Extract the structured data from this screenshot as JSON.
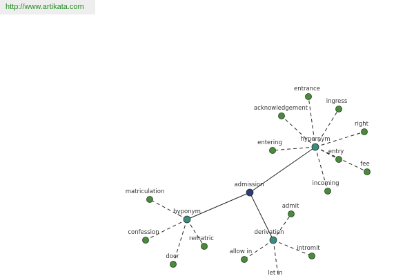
{
  "header": {
    "url": "http://www.artikata.com"
  },
  "colors": {
    "root": "#2e3a7a",
    "relation": "#3d8a85",
    "leaf": "#4a8a3a",
    "node_stroke": "#1e3a1e",
    "edge": "#222222"
  },
  "graph": {
    "root": {
      "label": "admission"
    },
    "relations": [
      {
        "label": "hypernym"
      },
      {
        "label": "hyponym"
      },
      {
        "label": "derivation"
      }
    ],
    "leaves": {
      "hypernym": [
        "entrance",
        "ingress",
        "acknowledgement",
        "right",
        "entering",
        "entry",
        "fee",
        "incoming"
      ],
      "hyponym": [
        "matriculation",
        "confession",
        "rematric",
        "door"
      ],
      "derivation": [
        "admit",
        "allow in",
        "intromit",
        "let in"
      ]
    }
  }
}
